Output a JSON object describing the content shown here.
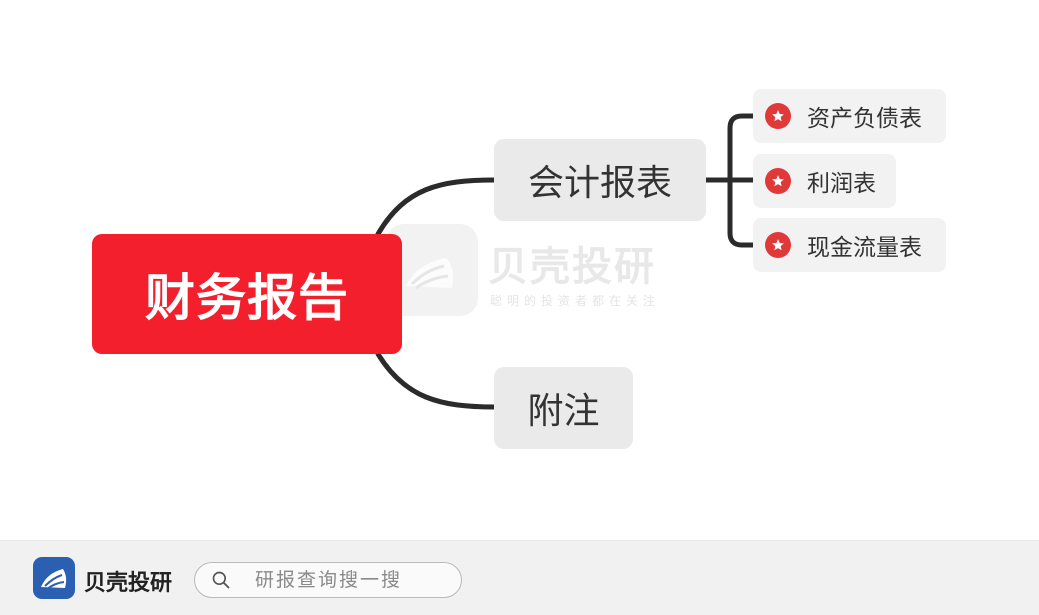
{
  "mindmap": {
    "root": {
      "label": "财务报告",
      "color": "#f31f2c"
    },
    "branches": [
      {
        "label": "会计报表",
        "children": [
          {
            "label": "资产负债表",
            "icon": "star-icon"
          },
          {
            "label": "利润表",
            "icon": "star-icon"
          },
          {
            "label": "现金流量表",
            "icon": "star-icon"
          }
        ]
      },
      {
        "label": "附注"
      }
    ]
  },
  "watermark": {
    "title": "贝壳投研",
    "slogan": "聪明的投资者都在关注"
  },
  "footer": {
    "brand_name": "贝壳投研",
    "search_placeholder": "研报查询搜一搜"
  },
  "colors": {
    "root": "#f31f2c",
    "branch_bg": "#eaeaea",
    "leaf_bg": "#f2f2f2",
    "star_badge": "#e0393a",
    "connector": "#2b2b2b",
    "brand_blue": "#2a5fb2"
  }
}
